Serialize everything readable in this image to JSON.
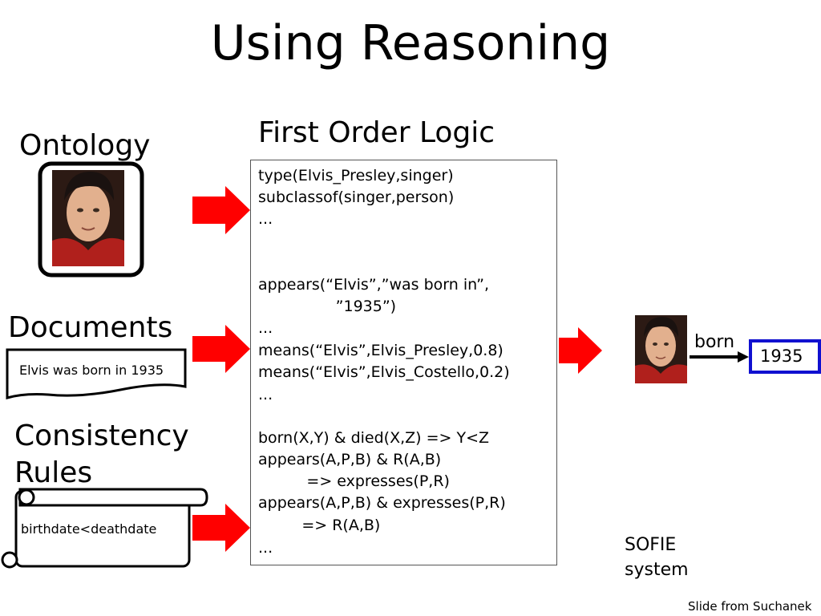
{
  "slide": {
    "title": "Using Reasoning",
    "credit": "Slide from Suchanek"
  },
  "inputs": {
    "ontology_label": "Ontology",
    "documents_label": "Documents",
    "document_text": "Elvis was born in 1935",
    "rules_label_line1": "Consistency",
    "rules_label_line2": "Rules",
    "rule_text": "birthdate<deathdate"
  },
  "logic": {
    "heading": "First Order Logic",
    "lines": [
      "type(Elvis_Presley,singer)",
      "subclassof(singer,person)",
      "...",
      "",
      "appears(“Elvis”,”was born in”,",
      "                ”1935”)",
      "...",
      "means(“Elvis”,Elvis_Presley,0.8)",
      "means(“Elvis”,Elvis_Costello,0.2)",
      "...",
      "",
      "born(X,Y) & died(X,Z) => Y<Z",
      "appears(A,P,B) & R(A,B)",
      "          => expresses(P,R)",
      "appears(A,P,B) & expresses(P,R)",
      "         => R(A,B)",
      "..."
    ]
  },
  "output": {
    "relation": "born",
    "value": "1935",
    "system_line1": "SOFIE",
    "system_line2": "system"
  },
  "colors": {
    "arrow": "#ff0000",
    "value_box_border": "#1010d0"
  },
  "icons": {
    "portrait": "elvis-portrait-icon"
  }
}
